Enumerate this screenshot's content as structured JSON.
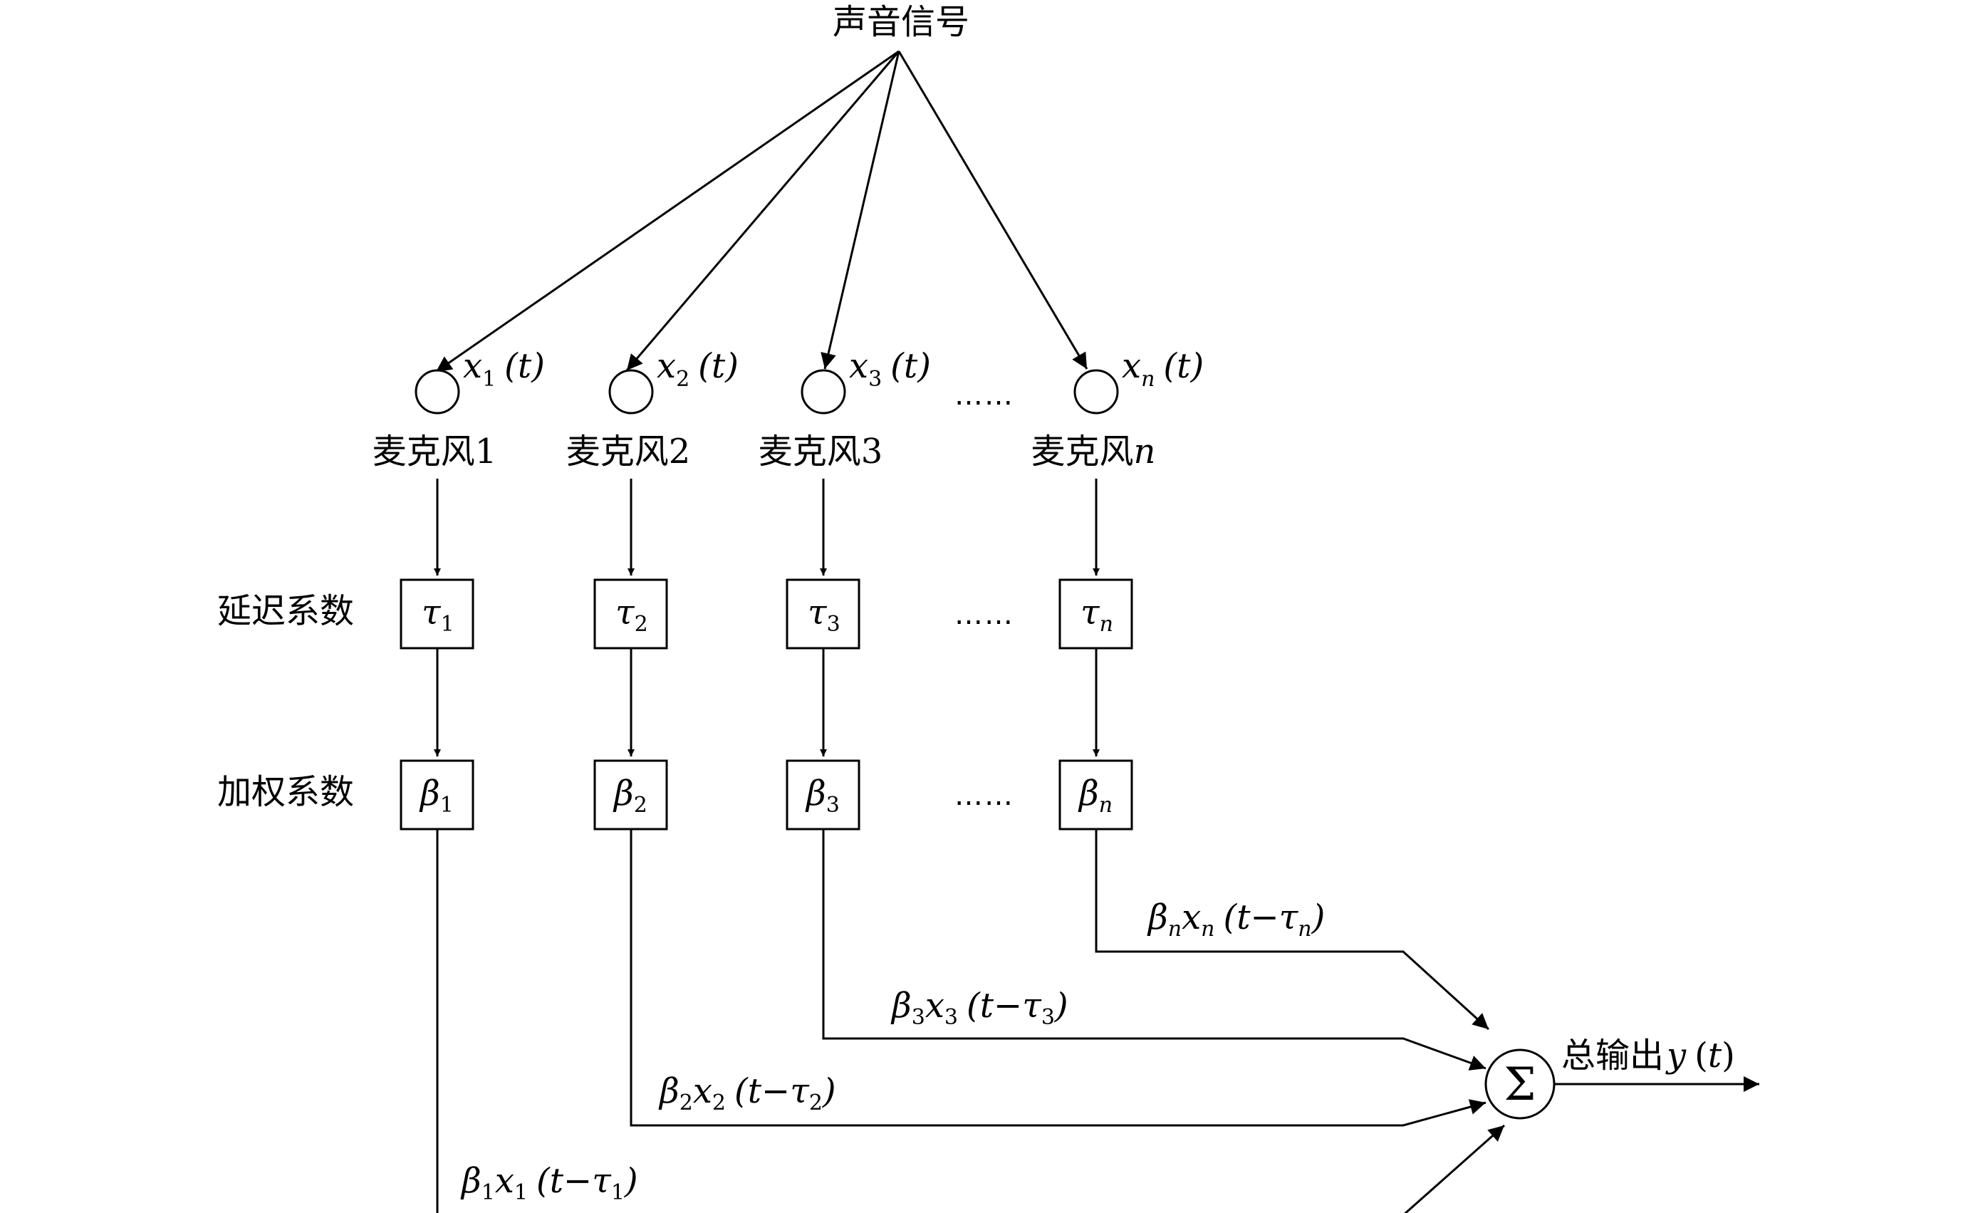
{
  "title": "声音信号",
  "ellipsis": "……",
  "row_labels": {
    "delay": "延迟系数",
    "weight": "加权系数"
  },
  "mic_prefix": "麦克风",
  "channels": [
    {
      "mic_id": "1",
      "x_sub": "1",
      "tau_sub": "1",
      "beta_sub": "1",
      "sub_italic": false
    },
    {
      "mic_id": "2",
      "x_sub": "2",
      "tau_sub": "2",
      "beta_sub": "2",
      "sub_italic": false
    },
    {
      "mic_id": "3",
      "x_sub": "3",
      "tau_sub": "3",
      "beta_sub": "3",
      "sub_italic": false
    },
    {
      "mic_id": "n",
      "x_sub": "n",
      "tau_sub": "n",
      "beta_sub": "n",
      "sub_italic": true
    }
  ],
  "symbols": {
    "x": "x",
    "t": "t",
    "tau": "τ",
    "beta": "β",
    "minus": "−",
    "sigma": "Σ",
    "y": "y"
  },
  "output_label": "总输出"
}
